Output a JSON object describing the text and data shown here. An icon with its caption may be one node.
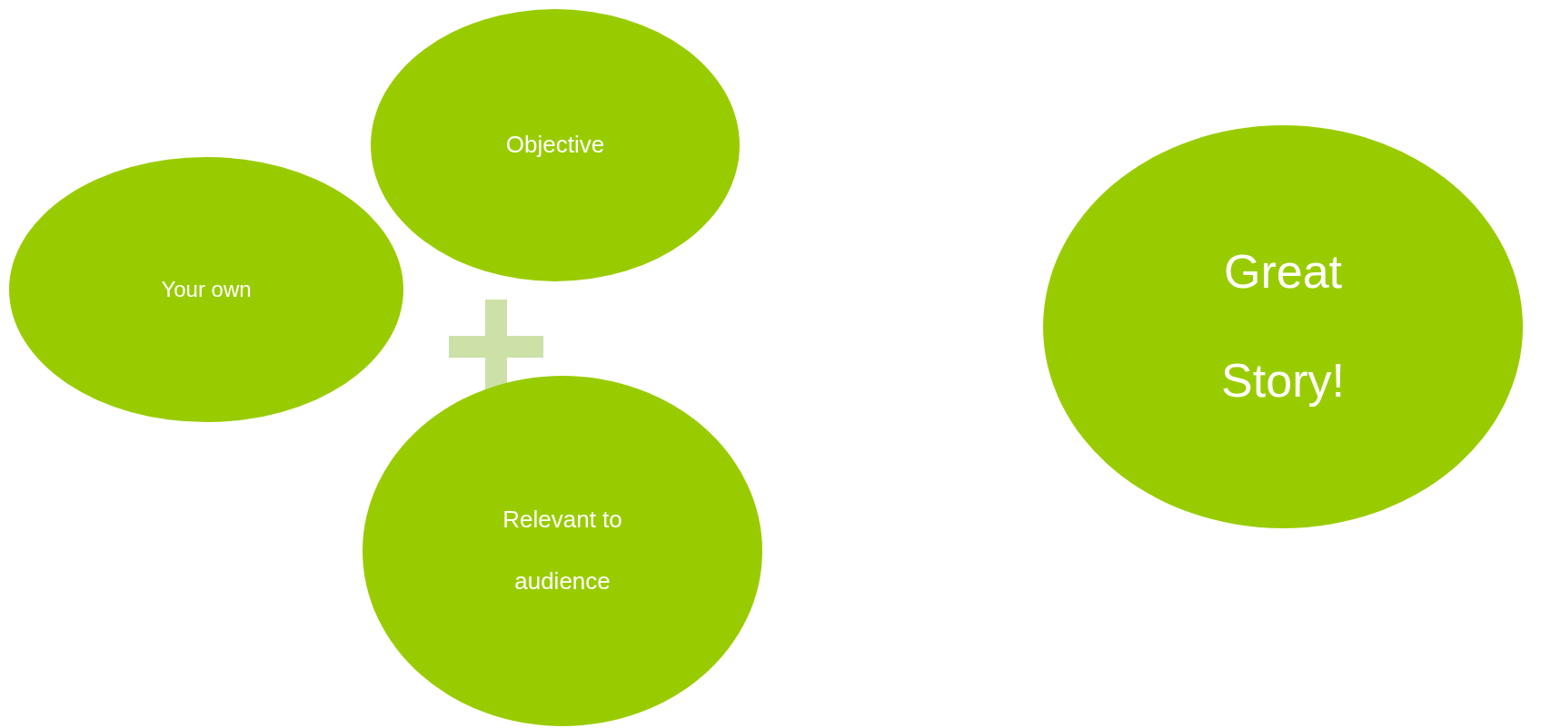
{
  "diagram": {
    "nodes": [
      {
        "text": [
          "Objective"
        ]
      },
      {
        "text": [
          "Your own"
        ]
      },
      {
        "text": [
          "Relevant to audience"
        ]
      },
      {
        "text": [
          "Great Story!"
        ]
      }
    ]
  }
}
